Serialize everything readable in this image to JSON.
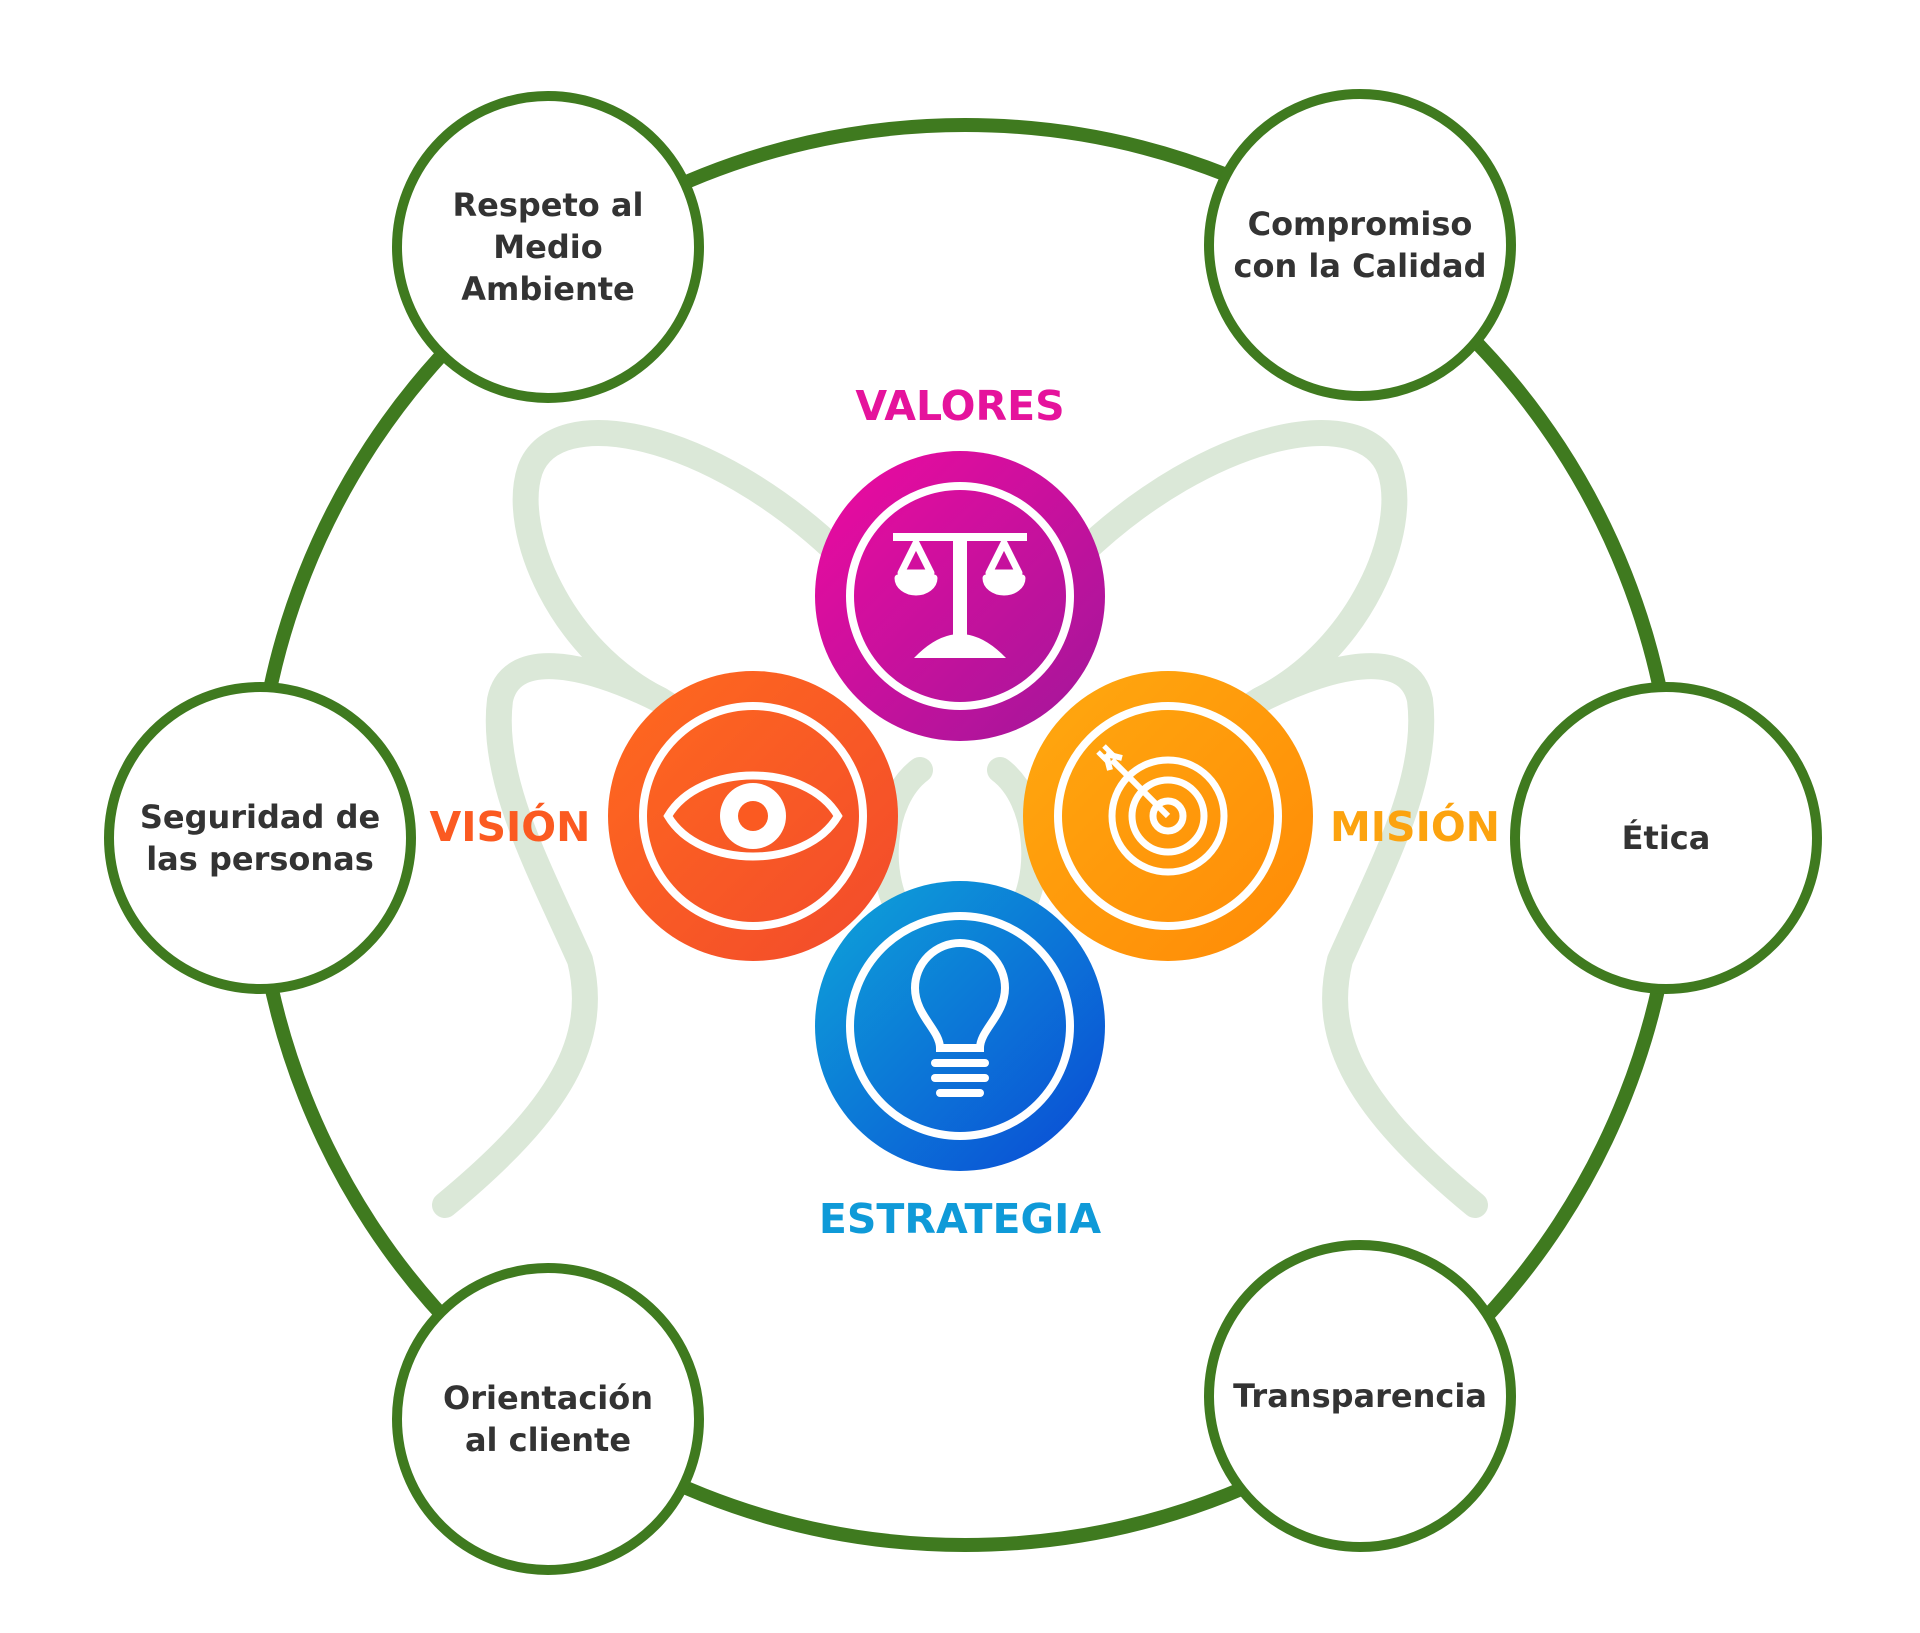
{
  "colors": {
    "ring": "#3f7a1f",
    "watermark": "#dbe8d8",
    "text": "#333333",
    "valores": "#e5139c",
    "vision": "#fb5a21",
    "mision": "#fca30f",
    "estrategia": "#0f9ad8"
  },
  "core": {
    "valores": {
      "label": "VALORES",
      "icon": "scales-icon"
    },
    "vision": {
      "label": "VISIÓN",
      "icon": "eye-icon"
    },
    "mision": {
      "label": "MISIÓN",
      "icon": "target-icon"
    },
    "estrategia": {
      "label": "ESTRATEGIA",
      "icon": "lightbulb-icon"
    }
  },
  "values": [
    {
      "label": "Respeto al\nMedio\nAmbiente"
    },
    {
      "label": "Compromiso\ncon la Calidad"
    },
    {
      "label": "Seguridad de\nlas personas"
    },
    {
      "label": "Ética"
    },
    {
      "label": "Orientación\nal cliente"
    },
    {
      "label": "Transparencia"
    }
  ]
}
